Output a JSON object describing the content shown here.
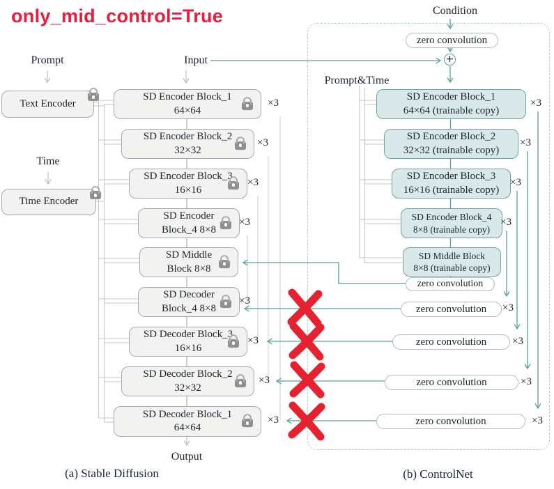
{
  "title": "only_mid_control=True",
  "labels": {
    "prompt": "Prompt",
    "input": "Input",
    "time": "Time",
    "condition": "Condition",
    "prompt_and_time": "Prompt&Time",
    "output": "Output",
    "plus": "+",
    "multiplier": "×3"
  },
  "captions": {
    "a": "(a) Stable Diffusion",
    "b": "(b) ControlNet"
  },
  "side_boxes": {
    "text_encoder": "Text Encoder",
    "time_encoder": "Time Encoder"
  },
  "diagram_a": {
    "blocks": [
      {
        "line1": "SD Encoder Block_1",
        "line2": "64×64"
      },
      {
        "line1": "SD Encoder Block_2",
        "line2": "32×32"
      },
      {
        "line1": "SD Encoder Block_3",
        "line2": "16×16"
      },
      {
        "line1": "SD Encoder",
        "line2": "Block_4 8×8"
      },
      {
        "line1": "SD Middle",
        "line2": "Block 8×8"
      },
      {
        "line1": "SD Decoder",
        "line2": "Block_4 8×8"
      },
      {
        "line1": "SD Decoder Block_3",
        "line2": "16×16"
      },
      {
        "line1": "SD Decoder Block_2",
        "line2": "32×32"
      },
      {
        "line1": "SD Decoder Block_1",
        "line2": "64×64"
      }
    ]
  },
  "diagram_b": {
    "zero_convolution": "zero convolution",
    "blocks": [
      {
        "line1": "SD Encoder Block_1",
        "line2": "64×64 (trainable copy)"
      },
      {
        "line1": "SD Encoder Block_2",
        "line2": "32×32 (trainable copy)"
      },
      {
        "line1": "SD Encoder Block_3",
        "line2": "16×16 (trainable copy)"
      },
      {
        "line1": "SD Encoder Block_4",
        "line2": "8×8 (trainable copy)"
      },
      {
        "line1": "SD Middle Block",
        "line2": "8×8 (trainable copy)"
      }
    ]
  },
  "colors": {
    "title_red": "#e81d3c",
    "x_mark_red": "#e52230",
    "teal_line": "#57a09a",
    "trainable_fill": "#d9e8e8",
    "trainable_border": "#6ba3a6",
    "locked_fill": "#f2f2f1",
    "locked_border": "#a8a8a8",
    "dashed_border": "#a6d2ce"
  }
}
